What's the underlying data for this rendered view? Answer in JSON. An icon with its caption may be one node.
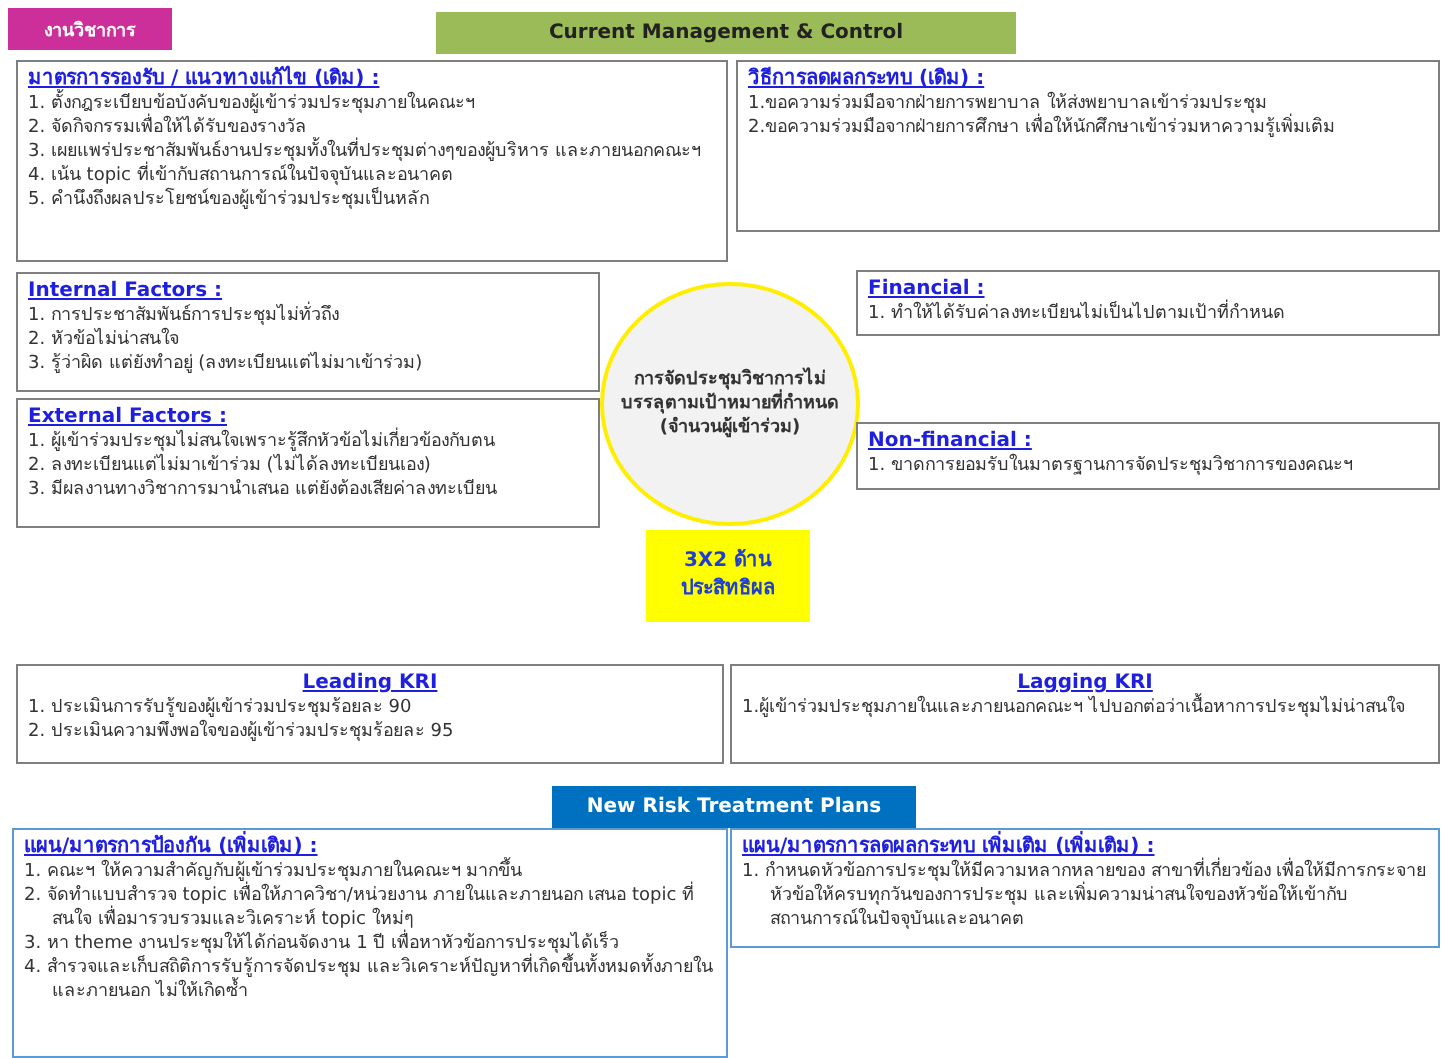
{
  "diagram": {
    "nodes": [
      {
        "text": [
          "งานวิชาการ"
        ]
      },
      {
        "text": [
          "Current Management & Control"
        ]
      },
      {
        "text": [
          "มาตรการรองรับ / แนวทางแก้ไข (เดิม) :",
          "1. ตั้งกฎระเบียบข้อบังคับของผู้เข้าร่วมประชุมภายในคณะฯ",
          "2. จัดกิจกรรมเพื่อให้ได้รับของรางวัล",
          "3. เผยแพร่ประชาสัมพันธ์งานประชุมทั้งในที่ประชุมต่างๆของผู้บริหาร และภายนอกคณะฯ",
          "4. เน้น topic ที่เข้ากับสถานการณ์ในปัจจุบันและอนาคต",
          "5. คำนึงถึงผลประโยชน์ของผู้เข้าร่วมประชุมเป็นหลัก"
        ]
      },
      {
        "text": [
          "วิธีการลดผลกระทบ (เดิม) :",
          "1.ขอความร่วมมือจากฝ่ายการพยาบาล ให้ส่งพยาบาลเข้าร่วมประชุม",
          "2.ขอความร่วมมือจากฝ่ายการศึกษา เพื่อให้นักศึกษาเข้าร่วมหาความรู้เพิ่มเติม"
        ]
      },
      {
        "text": [
          "Internal Factors :",
          "1. การประชาสัมพันธ์การประชุมไม่ทั่วถึง",
          "2. หัวข้อไม่น่าสนใจ",
          "3. รู้ว่าผิด แต่ยังทำอยู่ (ลงทะเบียนแต่ไม่มาเข้าร่วม)"
        ]
      },
      {
        "text": [
          "Financial :",
          "1. ทำให้ได้รับค่าลงทะเบียนไม่เป็นไปตามเป้าที่กำหนด"
        ]
      },
      {
        "text": [
          "การจัดประชุมวิชาการไม่บรรลุตามเป้าหมายที่กำหนด (จำนวนผู้เข้าร่วม)"
        ]
      },
      {
        "text": [
          "External Factors :",
          "1. ผู้เข้าร่วมประชุมไม่สนใจเพราะรู้สึกหัวข้อไม่เกี่ยวข้องกับตน",
          "2. ลงทะเบียนแต่ไม่มาเข้าร่วม (ไม่ได้ลงทะเบียนเอง)",
          "3. มีผลงานทางวิชาการมานำเสนอ แต่ยังต้องเสียค่าลงทะเบียน"
        ]
      },
      {
        "text": [
          "Non-financial :",
          "1. ขาดการยอมรับในมาตรฐานการจัดประชุมวิชาการของคณะฯ"
        ]
      },
      {
        "text": [
          "3X2 ด้านประสิทธิผล"
        ]
      },
      {
        "text": [
          "Leading KRI",
          "1. ประเมินการรับรู้ของผู้เข้าร่วมประชุมร้อยละ 90",
          "2. ประเมินความพึงพอใจของผู้เข้าร่วมประชุมร้อยละ 95"
        ]
      },
      {
        "text": [
          "Lagging KRI",
          "1.ผู้เข้าร่วมประชุมภายในและภายนอกคณะฯ ไปบอกต่อว่าเนื้อหาการประชุมไม่น่าสนใจ"
        ]
      },
      {
        "text": [
          "New Risk Treatment Plans"
        ]
      },
      {
        "text": [
          "แผน/มาตรการป้องกัน (เพิ่มเติม) :",
          "1. คณะฯ ให้ความสำคัญกับผู้เข้าร่วมประชุมภายในคณะฯ มากขึ้น",
          "2. จัดทำแบบสำรวจ topic เพื่อให้ภาควิชา/หน่วยงาน ภายในและภายนอก เสนอ topic ที่สนใจ เพื่อมารวบรวมและวิเคราะห์ topic ใหม่ๆ",
          "3. หา theme งานประชุมให้ได้ก่อนจัดงาน 1 ปี เพื่อหาหัวข้อการประชุมได้เร็ว",
          "4. สำรวจและเก็บสถิติการรับรู้การจัดประชุม และวิเคราะห์ปัญหาที่เกิดขึ้นทั้งหมดทั้งภายในและภายนอก ไม่ให้เกิดซ้ำ"
        ]
      },
      {
        "text": [
          "แผน/มาตรการลดผลกระทบ เพิ่มเติม (เพิ่มเติม) :",
          "1. กำหนดหัวข้อการประชุมให้มีความหลากหลายของ สาขาที่เกี่ยวข้อง เพื่อให้มีการกระจายหัวข้อให้ครบทุกวันของการประชุม และเพิ่มความน่าสนใจของหัวข้อให้เข้ากับสถานการณ์ในปัจจุบันและอนาคต"
        ]
      }
    ]
  }
}
